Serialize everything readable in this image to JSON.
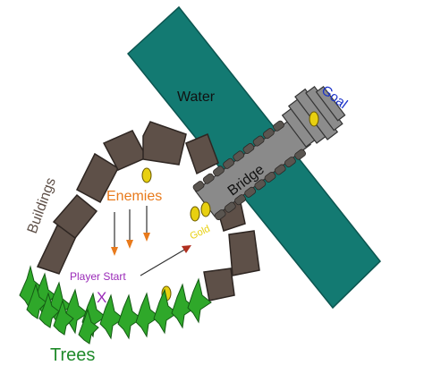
{
  "labels": {
    "water": "Water",
    "goal": "Goal",
    "bridge": "Bridge",
    "buildings": "Buildings",
    "enemies": "Enemies",
    "gold": "Gold",
    "player_start": "Player Start",
    "player_marker": "X",
    "trees": "Trees"
  },
  "colors": {
    "water": "#137a72",
    "building": "#5e5048",
    "bridge_deck": "#8a8a8a",
    "bridge_rail": "#5a5550",
    "goal_tower": "#8c8c8c",
    "gold_coin": "#e8d010",
    "tree": "#2fa82a",
    "enemies_text": "#e87a1c",
    "gold_text": "#e8d010",
    "goal_text": "#1a32c8",
    "player_text": "#9a2ab8",
    "trees_text": "#1f8a2a",
    "buildings_text": "#5e5048",
    "bridge_text": "#111111",
    "water_text": "#111111"
  }
}
